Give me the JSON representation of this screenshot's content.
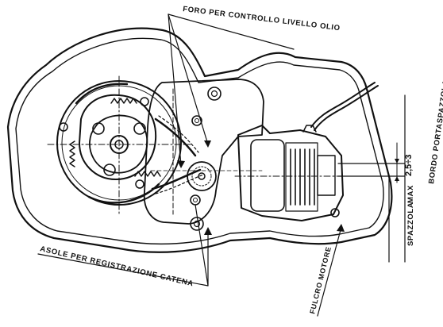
{
  "labels": {
    "oil_hole": "FORO PER CONTROLLO LIVELLO OLIO",
    "chain_slots": "ASOLE PER REGISTRAZIONE CATENA",
    "motor_pivot": "FULCRO MOTORE",
    "brush": "SPAZZOLA",
    "max": "MAX",
    "brush_holder_edge": "BORDO PORTASPAZZOLA",
    "dimension": "2,5÷3"
  }
}
